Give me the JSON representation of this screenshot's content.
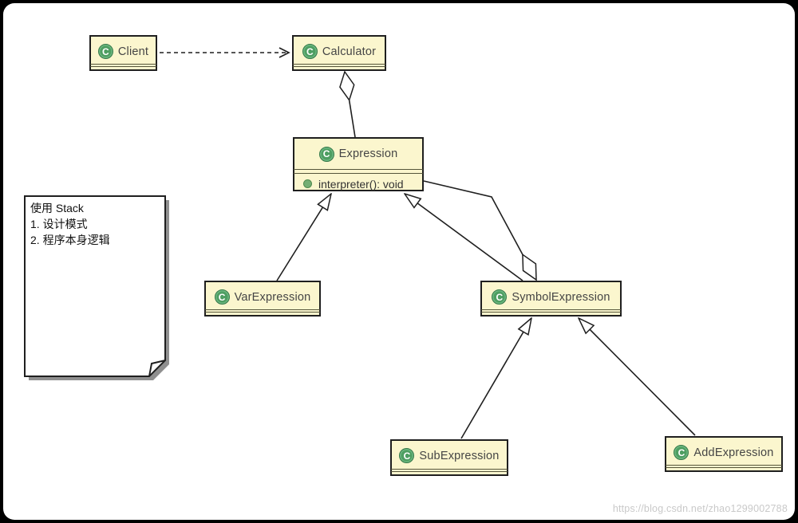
{
  "diagram": {
    "icon_letter": "C",
    "classes": [
      {
        "name": "Client"
      },
      {
        "name": "Calculator"
      },
      {
        "name": "Expression",
        "methods": [
          "interpreter(): void"
        ]
      },
      {
        "name": "VarExpression"
      },
      {
        "name": "SymbolExpression"
      },
      {
        "name": "SubExpression"
      },
      {
        "name": "AddExpression"
      }
    ],
    "note": {
      "lines": [
        "使用 Stack",
        "1. 设计模式",
        "2. 程序本身逻辑"
      ]
    },
    "relations": [
      {
        "from": "Client",
        "to": "Calculator",
        "type": "dashed-dependency"
      },
      {
        "from": "Calculator",
        "to": "Expression",
        "type": "aggregation"
      },
      {
        "from": "VarExpression",
        "to": "Expression",
        "type": "inheritance"
      },
      {
        "from": "SymbolExpression",
        "to": "Expression",
        "type": "inheritance"
      },
      {
        "from": "SymbolExpression",
        "to": "Expression",
        "type": "aggregation"
      },
      {
        "from": "SubExpression",
        "to": "SymbolExpression",
        "type": "inheritance"
      },
      {
        "from": "AddExpression",
        "to": "SymbolExpression",
        "type": "inheritance"
      }
    ],
    "watermark": "https://blog.csdn.net/zhao1299002788",
    "colors": {
      "class_fill": "#FBF6CE",
      "class_border": "#1f1f1f",
      "icon_green": "#4E9E62",
      "note_fill": "#ffffff",
      "shadow_gray": "#8f8f8f"
    }
  }
}
